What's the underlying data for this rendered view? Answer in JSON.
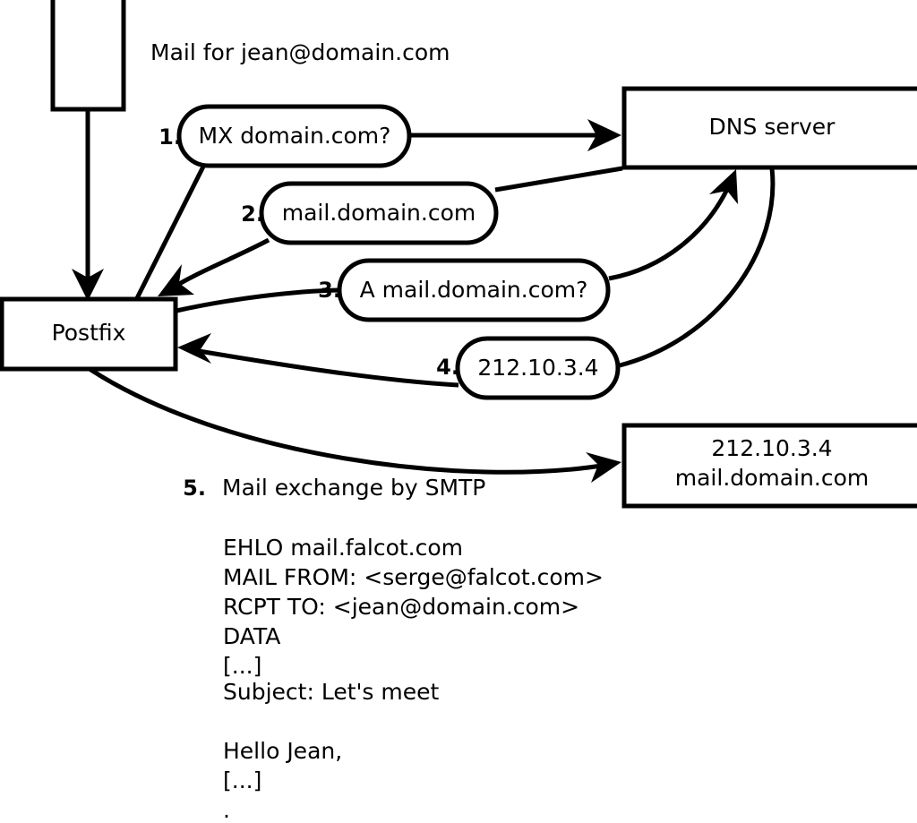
{
  "diagram": {
    "title_label": "Mail for jean@domain.com",
    "nodes": {
      "sender_box": {
        "label": ""
      },
      "postfix": {
        "label": "Postfix"
      },
      "dns_server": {
        "label": "DNS server"
      },
      "mail_host": {
        "line1": "212.10.3.4",
        "line2": "mail.domain.com"
      }
    },
    "steps": [
      {
        "num": "1.",
        "label": "MX domain.com?"
      },
      {
        "num": "2.",
        "label": "mail.domain.com"
      },
      {
        "num": "3.",
        "label": "A mail.domain.com?"
      },
      {
        "num": "4.",
        "label": "212.10.3.4"
      }
    ],
    "step5": {
      "num": "5.",
      "label": "Mail exchange by SMTP"
    },
    "smtp_transcript": [
      "EHLO mail.falcot.com",
      "MAIL FROM: <serge@falcot.com>",
      "RCPT TO: <jean@domain.com>",
      "DATA",
      "[...]",
      "Subject: Let's meet",
      "",
      "Hello Jean,",
      "[...]",
      "."
    ],
    "colors": {
      "stroke": "#000000",
      "fill": "#ffffff",
      "text": "#000000"
    }
  }
}
